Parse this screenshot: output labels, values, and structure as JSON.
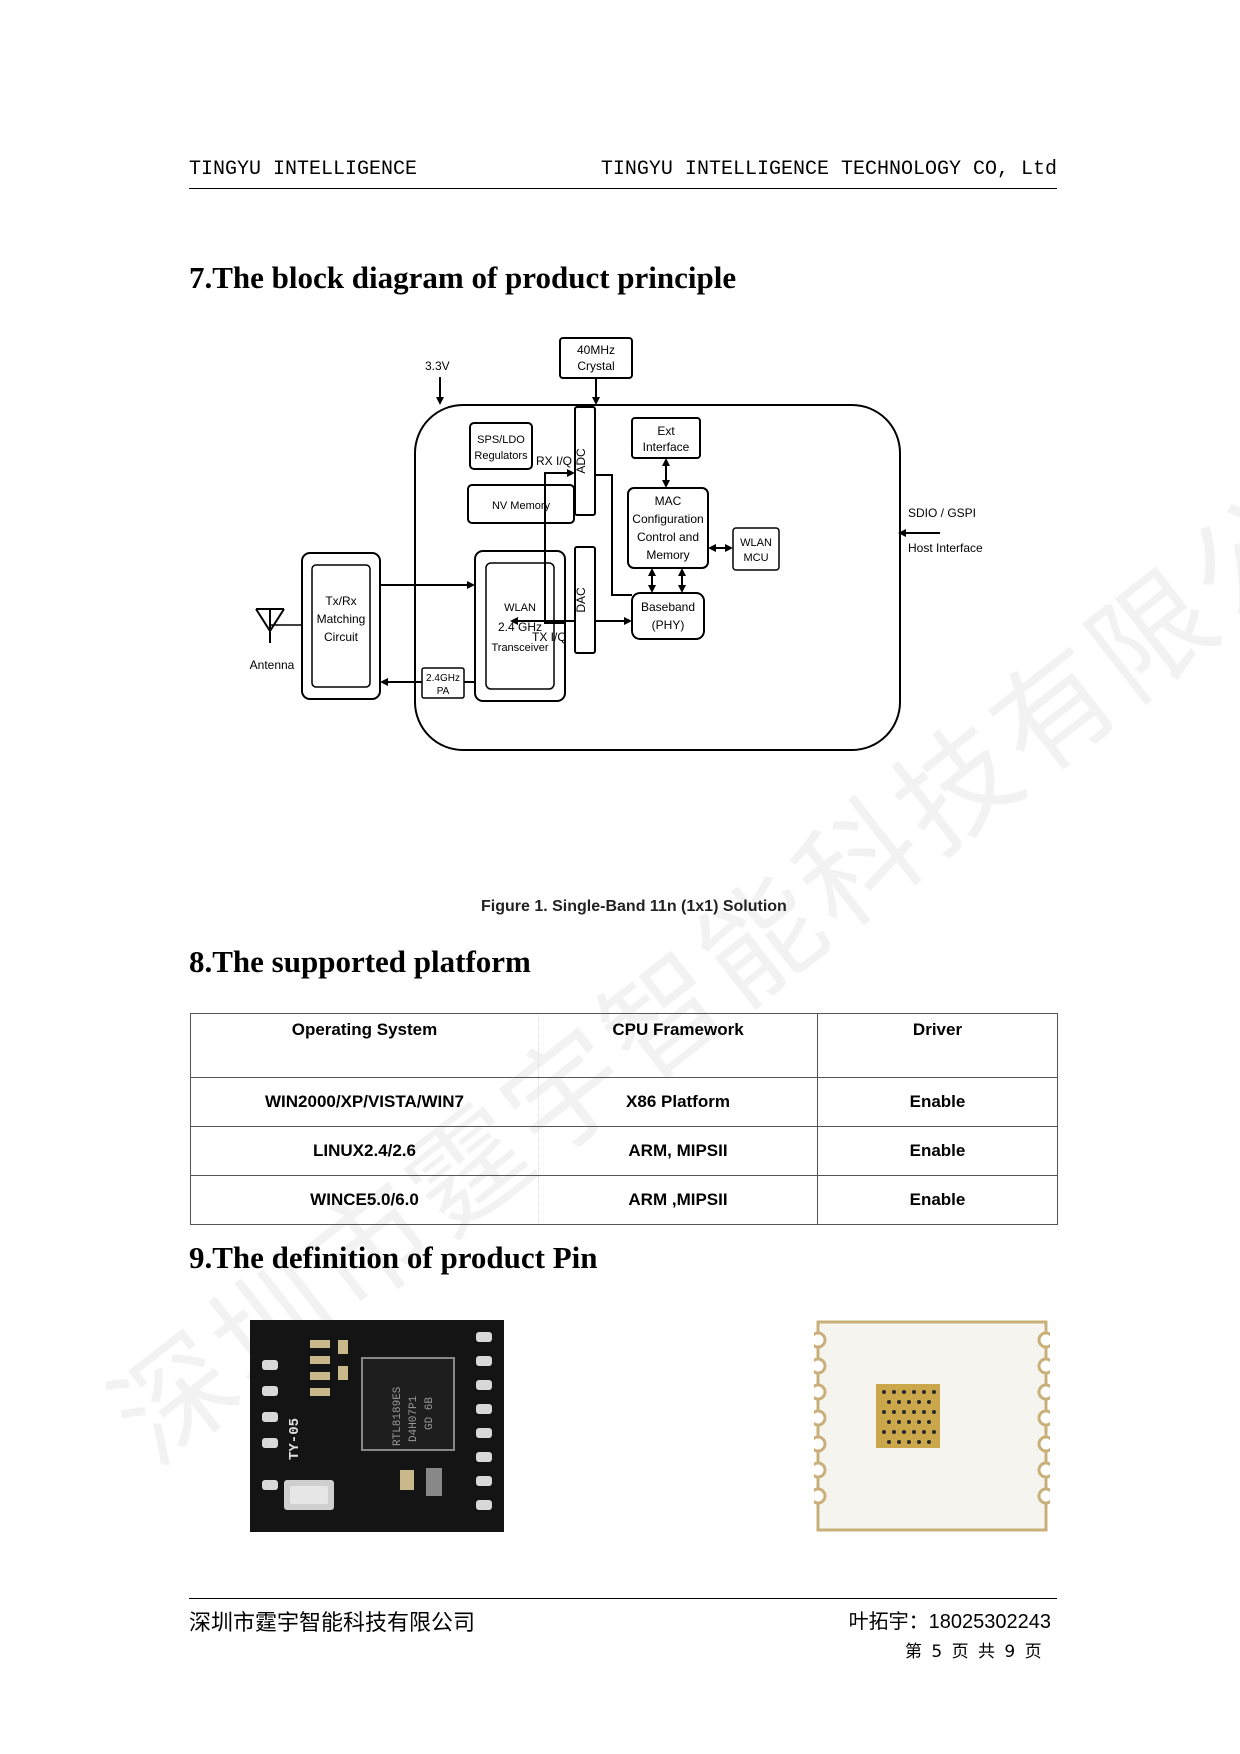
{
  "header": {
    "left": "TINGYU INTELLIGENCE",
    "right": "TINGYU INTELLIGENCE TECHNOLOGY CO, Ltd"
  },
  "sections": {
    "s7": "7.The block diagram of product principle",
    "s8": "8.The supported platform",
    "s9": "9.The definition of product Pin"
  },
  "diagram": {
    "power": "3.3V",
    "crystal_l1": "40MHz",
    "crystal_l2": "Crystal",
    "sps_l1": "SPS/LDO",
    "sps_l2": "Regulators",
    "nv": "NV Memory",
    "rxiq": "RX I/Q",
    "adc": "ADC",
    "dac": "DAC",
    "ext_l1": "Ext",
    "ext_l2": "Interface",
    "mac_l1": "MAC",
    "mac_l2": "Configuration",
    "mac_l3": "Control and",
    "mac_l4": "Memory",
    "wmcu_l1": "WLAN",
    "wmcu_l2": "MCU",
    "sdio": "SDIO / GSPI",
    "host": "Host Interface",
    "wlan_l1": "WLAN",
    "wlan_l2": "2.4 GHz",
    "wlan_l3": "Transceiver",
    "txrx_l1": "Tx/Rx",
    "txrx_l2": "Matching",
    "txrx_l3": "Circuit",
    "antenna": "Antenna",
    "pa_l1": "2.4GHz",
    "pa_l2": "PA",
    "txiq": "TX I/Q",
    "bb_l1": "Baseband",
    "bb_l2": "(PHY)"
  },
  "caption": "Figure 1. Single-Band 11n (1x1) Solution",
  "platform_table": {
    "headers": [
      "Operating System",
      "CPU Framework",
      "Driver"
    ],
    "rows": [
      [
        "WIN2000/XP/VISTA/WIN7",
        "X86 Platform",
        "Enable"
      ],
      [
        "LINUX2.4/2.6",
        "ARM, MIPSII",
        "Enable"
      ],
      [
        "WINCE5.0/6.0",
        "ARM ,MIPSII",
        "Enable"
      ]
    ]
  },
  "chip_marking": {
    "l1": "RTL8189ES",
    "l2": "D4H07P1",
    "l3": "GD 6B",
    "model": "TY-05"
  },
  "watermark": "深圳市霆宇智能科技有限公司",
  "footer": {
    "company": "深圳市霆宇智能科技有限公司",
    "contact": "叶拓宇：18025302243",
    "page": "第 5 页 共 9 页"
  }
}
